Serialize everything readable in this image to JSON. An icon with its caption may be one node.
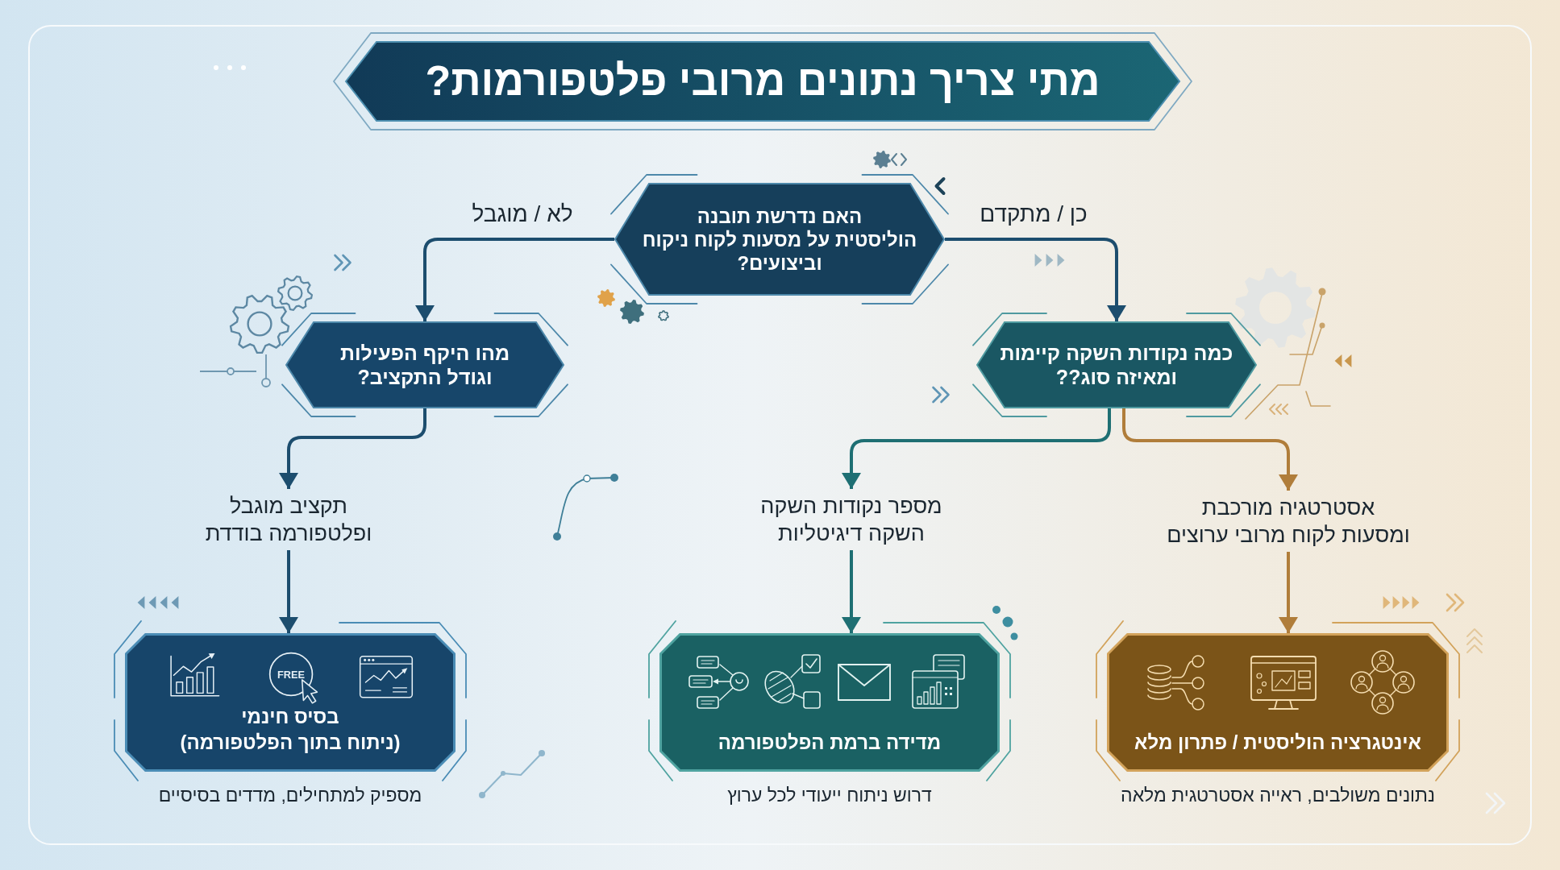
{
  "diagram": {
    "title": "מתי צריך נתונים מרובי פלטפורמות?",
    "nodes": [
      {
        "text": [
          "האם נדרשת תובנה הוליסטית על מסעות לקוח ניקוח וביצועים?"
        ]
      },
      {
        "text": [
          "כמה נקודות השקה קיימות ומאיזה סוג??"
        ]
      },
      {
        "text": [
          "מהו היקף הפעילות וגודל התקציב?"
        ]
      },
      {
        "text": [
          "אסטרטגיה מורכבת ומסעות לקוח מרובי ערוצים"
        ]
      },
      {
        "text": [
          "מספר נקודות השקה השקה דיגיטליות"
        ]
      },
      {
        "text": [
          "תקציב מוגבל ופלטפורמה בודדת"
        ]
      },
      {
        "text": [
          "אינטגרציה הוליסטית / פתרון מלא"
        ],
        "beside": [
          "נתונים משולבים, ראייה אסטרטגית מלאה"
        ]
      },
      {
        "text": [
          "מדידה ברמת הפלטפורמה"
        ],
        "beside": [
          "דרוש ניתוח ייעודי לכל ערוץ"
        ]
      },
      {
        "text": [
          "בסיס חינמי (ניתוח בתוך הפלטפורמה)"
        ],
        "beside": [
          "מספיק למתחילים, מדדים בסיסיים"
        ]
      }
    ],
    "edges": [
      {
        "from": 0,
        "to": 1,
        "arrow": "to",
        "label": "כן / מתקדם"
      },
      {
        "from": 0,
        "to": 2,
        "arrow": "to",
        "label": "לא / מוגבל"
      },
      {
        "from": 1,
        "to": 3,
        "arrow": "to",
        "color": "#b07d3a"
      },
      {
        "from": 1,
        "to": 4,
        "arrow": "to",
        "color": "#1e6f73"
      },
      {
        "from": 2,
        "to": 5,
        "arrow": "to"
      },
      {
        "from": 3,
        "to": 6,
        "arrow": "to",
        "color": "#b07d3a"
      },
      {
        "from": 4,
        "to": 7,
        "arrow": "to",
        "color": "#1e6f73"
      },
      {
        "from": 5,
        "to": 8,
        "arrow": "to"
      }
    ],
    "labels": [
      "FREE"
    ]
  }
}
